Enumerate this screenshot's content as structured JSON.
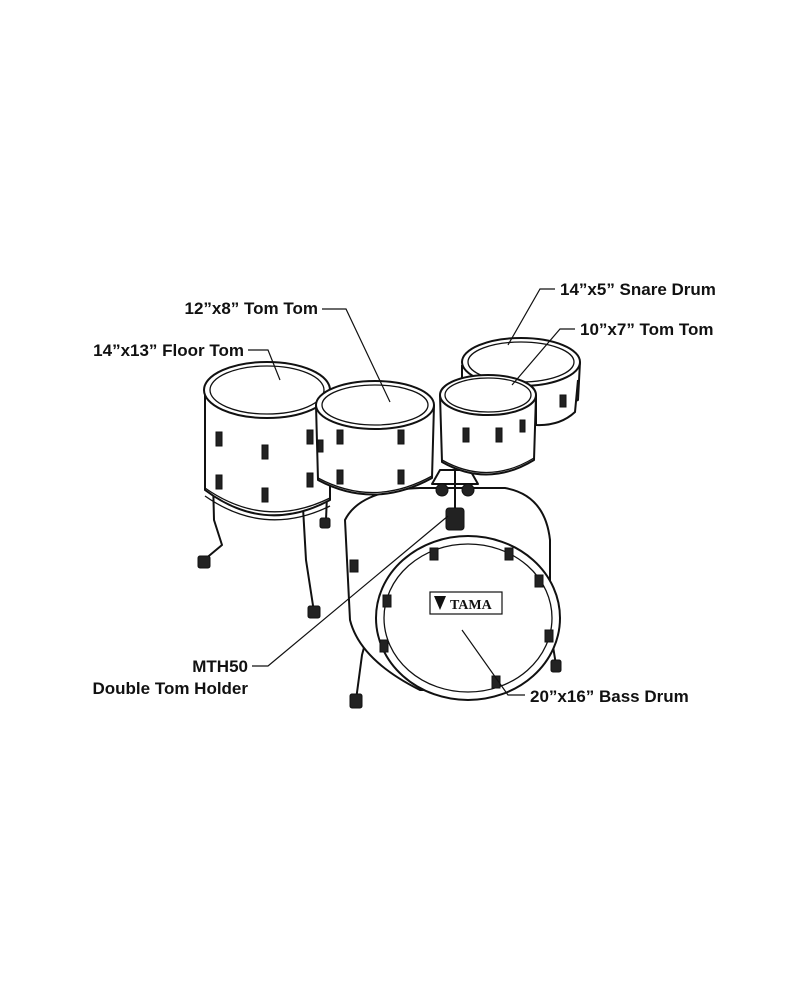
{
  "labels": {
    "tom12": "12”x8” Tom Tom",
    "snare": "14”x5” Snare Drum",
    "tom10": "10”x7” Tom Tom",
    "floor": "14”x13” Floor Tom",
    "holder_line1": "MTH50",
    "holder_line2": "Double Tom Holder",
    "bass": "20”x16” Bass Drum"
  },
  "logo": "TAMA"
}
